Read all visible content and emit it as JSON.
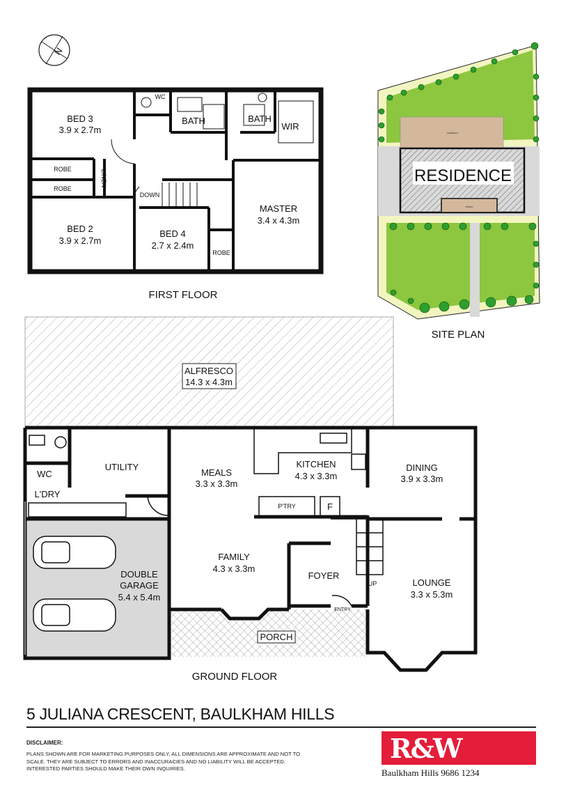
{
  "first_floor": {
    "caption": "FIRST FLOOR",
    "rooms": {
      "bed3": {
        "name": "BED 3",
        "size": "3.9 x 2.7m"
      },
      "bed2": {
        "name": "BED 2",
        "size": "3.9 x 2.7m"
      },
      "bed4": {
        "name": "BED 4",
        "size": "2.7 x 2.4m"
      },
      "master": {
        "name": "MASTER",
        "size": "3.4 x 4.3m"
      },
      "wc": "WC",
      "bath1": "BATH",
      "bath2": "BATH",
      "wir": "WIR",
      "robe1": "ROBE",
      "robe2": "ROBE",
      "robe3": "ROBE",
      "linen": "LINEN",
      "down": "DOWN"
    }
  },
  "site_plan": {
    "caption": "SITE PLAN",
    "residence": "RESIDENCE",
    "alfresco": "ALFRESCO",
    "porch": "PORCH",
    "colors": {
      "lawn": "#8dc63f",
      "garden": "#f2f5c0",
      "paving": "#d9d9d9",
      "deck": "#d4b89c",
      "plants": "#2e9e2e"
    }
  },
  "ground_floor": {
    "caption": "GROUND FLOOR",
    "rooms": {
      "alfresco": {
        "name": "ALFRESCO",
        "size": "14.3 x 4.3m"
      },
      "meals": {
        "name": "MEALS",
        "size": "3.3 x 3.3m"
      },
      "kitchen": {
        "name": "KITCHEN",
        "size": "4.3 x 3.3m"
      },
      "dining": {
        "name": "DINING",
        "size": "3.9 x 3.3m"
      },
      "family": {
        "name": "FAMILY",
        "size": "4.3 x 3.3m"
      },
      "garage": {
        "name": "DOUBLE",
        "name2": "GARAGE",
        "size": "5.4 x 5.4m"
      },
      "lounge": {
        "name": "LOUNGE",
        "size": "3.3 x 5.3m"
      },
      "wc": "WC",
      "utility": "UTILITY",
      "laundry": "L'DRY",
      "pantry": "P'TRY",
      "fridge": "F",
      "foyer": "FOYER",
      "up": "UP",
      "entry": "ENTRY",
      "porch": "PORCH"
    }
  },
  "address": "5 JULIANA CRESCENT, BAULKHAM HILLS",
  "disclaimer": {
    "heading": "DISCLAIMER:",
    "text": "PLANS SHOWN ARE FOR MARKETING PURPOSES ONLY, ALL DIMENSIONS ARE APPROXIMATE AND NOT TO SCALE. THEY ARE SUBJECT TO ERRORS AND INACCURACIES AND NO LIABILITY WILL BE ACCEPTED. INTERESTED PARTIES SHOULD MAKE THEIR OWN INQUIRIES."
  },
  "agency": {
    "logo": "R&W",
    "office": "Baulkham Hills  9686 1234",
    "brand_color": "#e41d3a"
  },
  "compass": {
    "icon": "north-arrow-icon",
    "letter": "N"
  }
}
